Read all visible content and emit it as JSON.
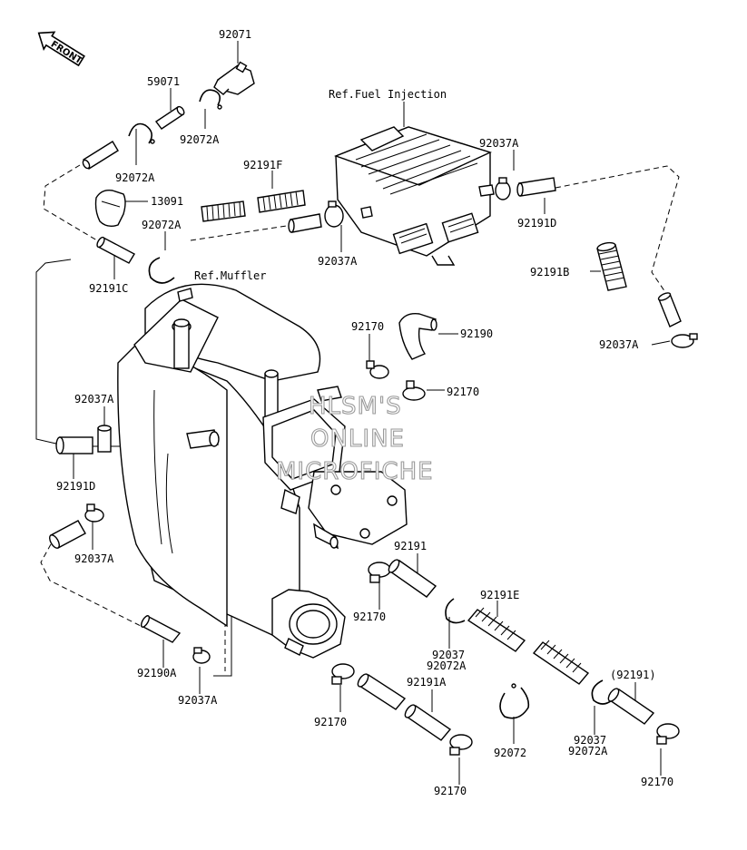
{
  "front_badge": "FRONT",
  "refs": {
    "fuel_injection": "Ref.Fuel Injection",
    "muffler": "Ref.Muffler"
  },
  "watermark": [
    "HLSM'S",
    "ONLINE",
    "MICROFICHE"
  ],
  "parts": {
    "p92071": "92071",
    "p59071": "59071",
    "p92072A_top": "92072A",
    "p92072A_left": "92072A",
    "p13091": "13091",
    "p92191F": "92191F",
    "p92072A_mid": "92072A",
    "p92191C": "92191C",
    "p92037A_ecu_left": "92037A",
    "p92037A_ecu_right": "92037A",
    "p92191D_right": "92191D",
    "p92191B": "92191B",
    "p92037A_far_right": "92037A",
    "p92170_top": "92170",
    "p92190": "92190",
    "p92170_mid": "92170",
    "p92037A_left": "92037A",
    "p92191D_left": "92191D",
    "p92037A_lower_left": "92037A",
    "p92191": "92191",
    "p92191E": "92191E",
    "p92170_a": "92170",
    "p92037_a": "92037",
    "p92072A_a": "92072A",
    "p92190A": "92190A",
    "p92037A_bottom": "92037A",
    "p92191A": "92191A",
    "p92191_paren": "(92191)",
    "p92170_b": "92170",
    "p92072": "92072",
    "p92037_b": "92037",
    "p92072A_b": "92072A",
    "p92170_c": "92170",
    "p92170_d": "92170"
  }
}
